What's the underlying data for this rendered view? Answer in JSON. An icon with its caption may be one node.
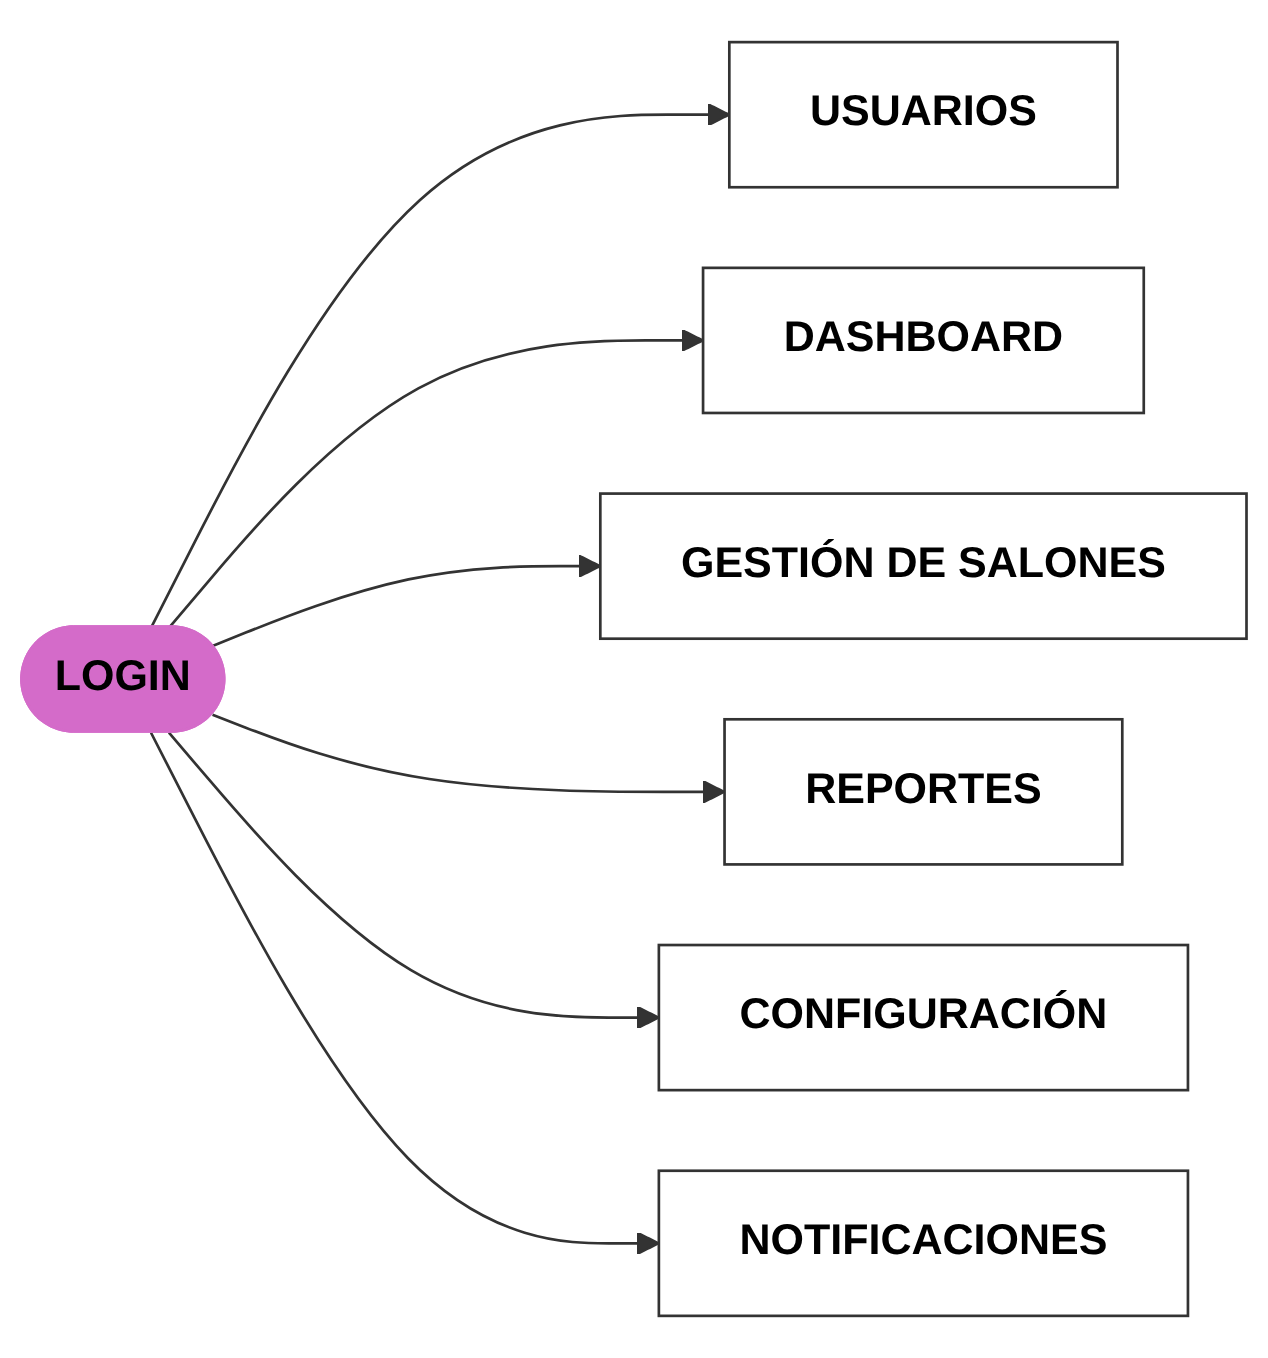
{
  "diagram": {
    "nodes": [
      {
        "text": [
          "LOGIN"
        ]
      },
      {
        "text": [
          "USUARIOS"
        ]
      },
      {
        "text": [
          "DASHBOARD"
        ]
      },
      {
        "text": [
          "GESTIÓN DE SALONES"
        ]
      },
      {
        "text": [
          "REPORTES"
        ]
      },
      {
        "text": [
          "CONFIGURACIÓN"
        ]
      },
      {
        "text": [
          "NOTIFICACIONES"
        ]
      }
    ],
    "edges": [
      {
        "from": 0,
        "to": 1,
        "arrow": "to"
      },
      {
        "from": 0,
        "to": 2,
        "arrow": "to"
      },
      {
        "from": 0,
        "to": 3,
        "arrow": "to"
      },
      {
        "from": 0,
        "to": 4,
        "arrow": "to"
      },
      {
        "from": 0,
        "to": 5,
        "arrow": "to"
      },
      {
        "from": 0,
        "to": 6,
        "arrow": "to"
      }
    ]
  }
}
